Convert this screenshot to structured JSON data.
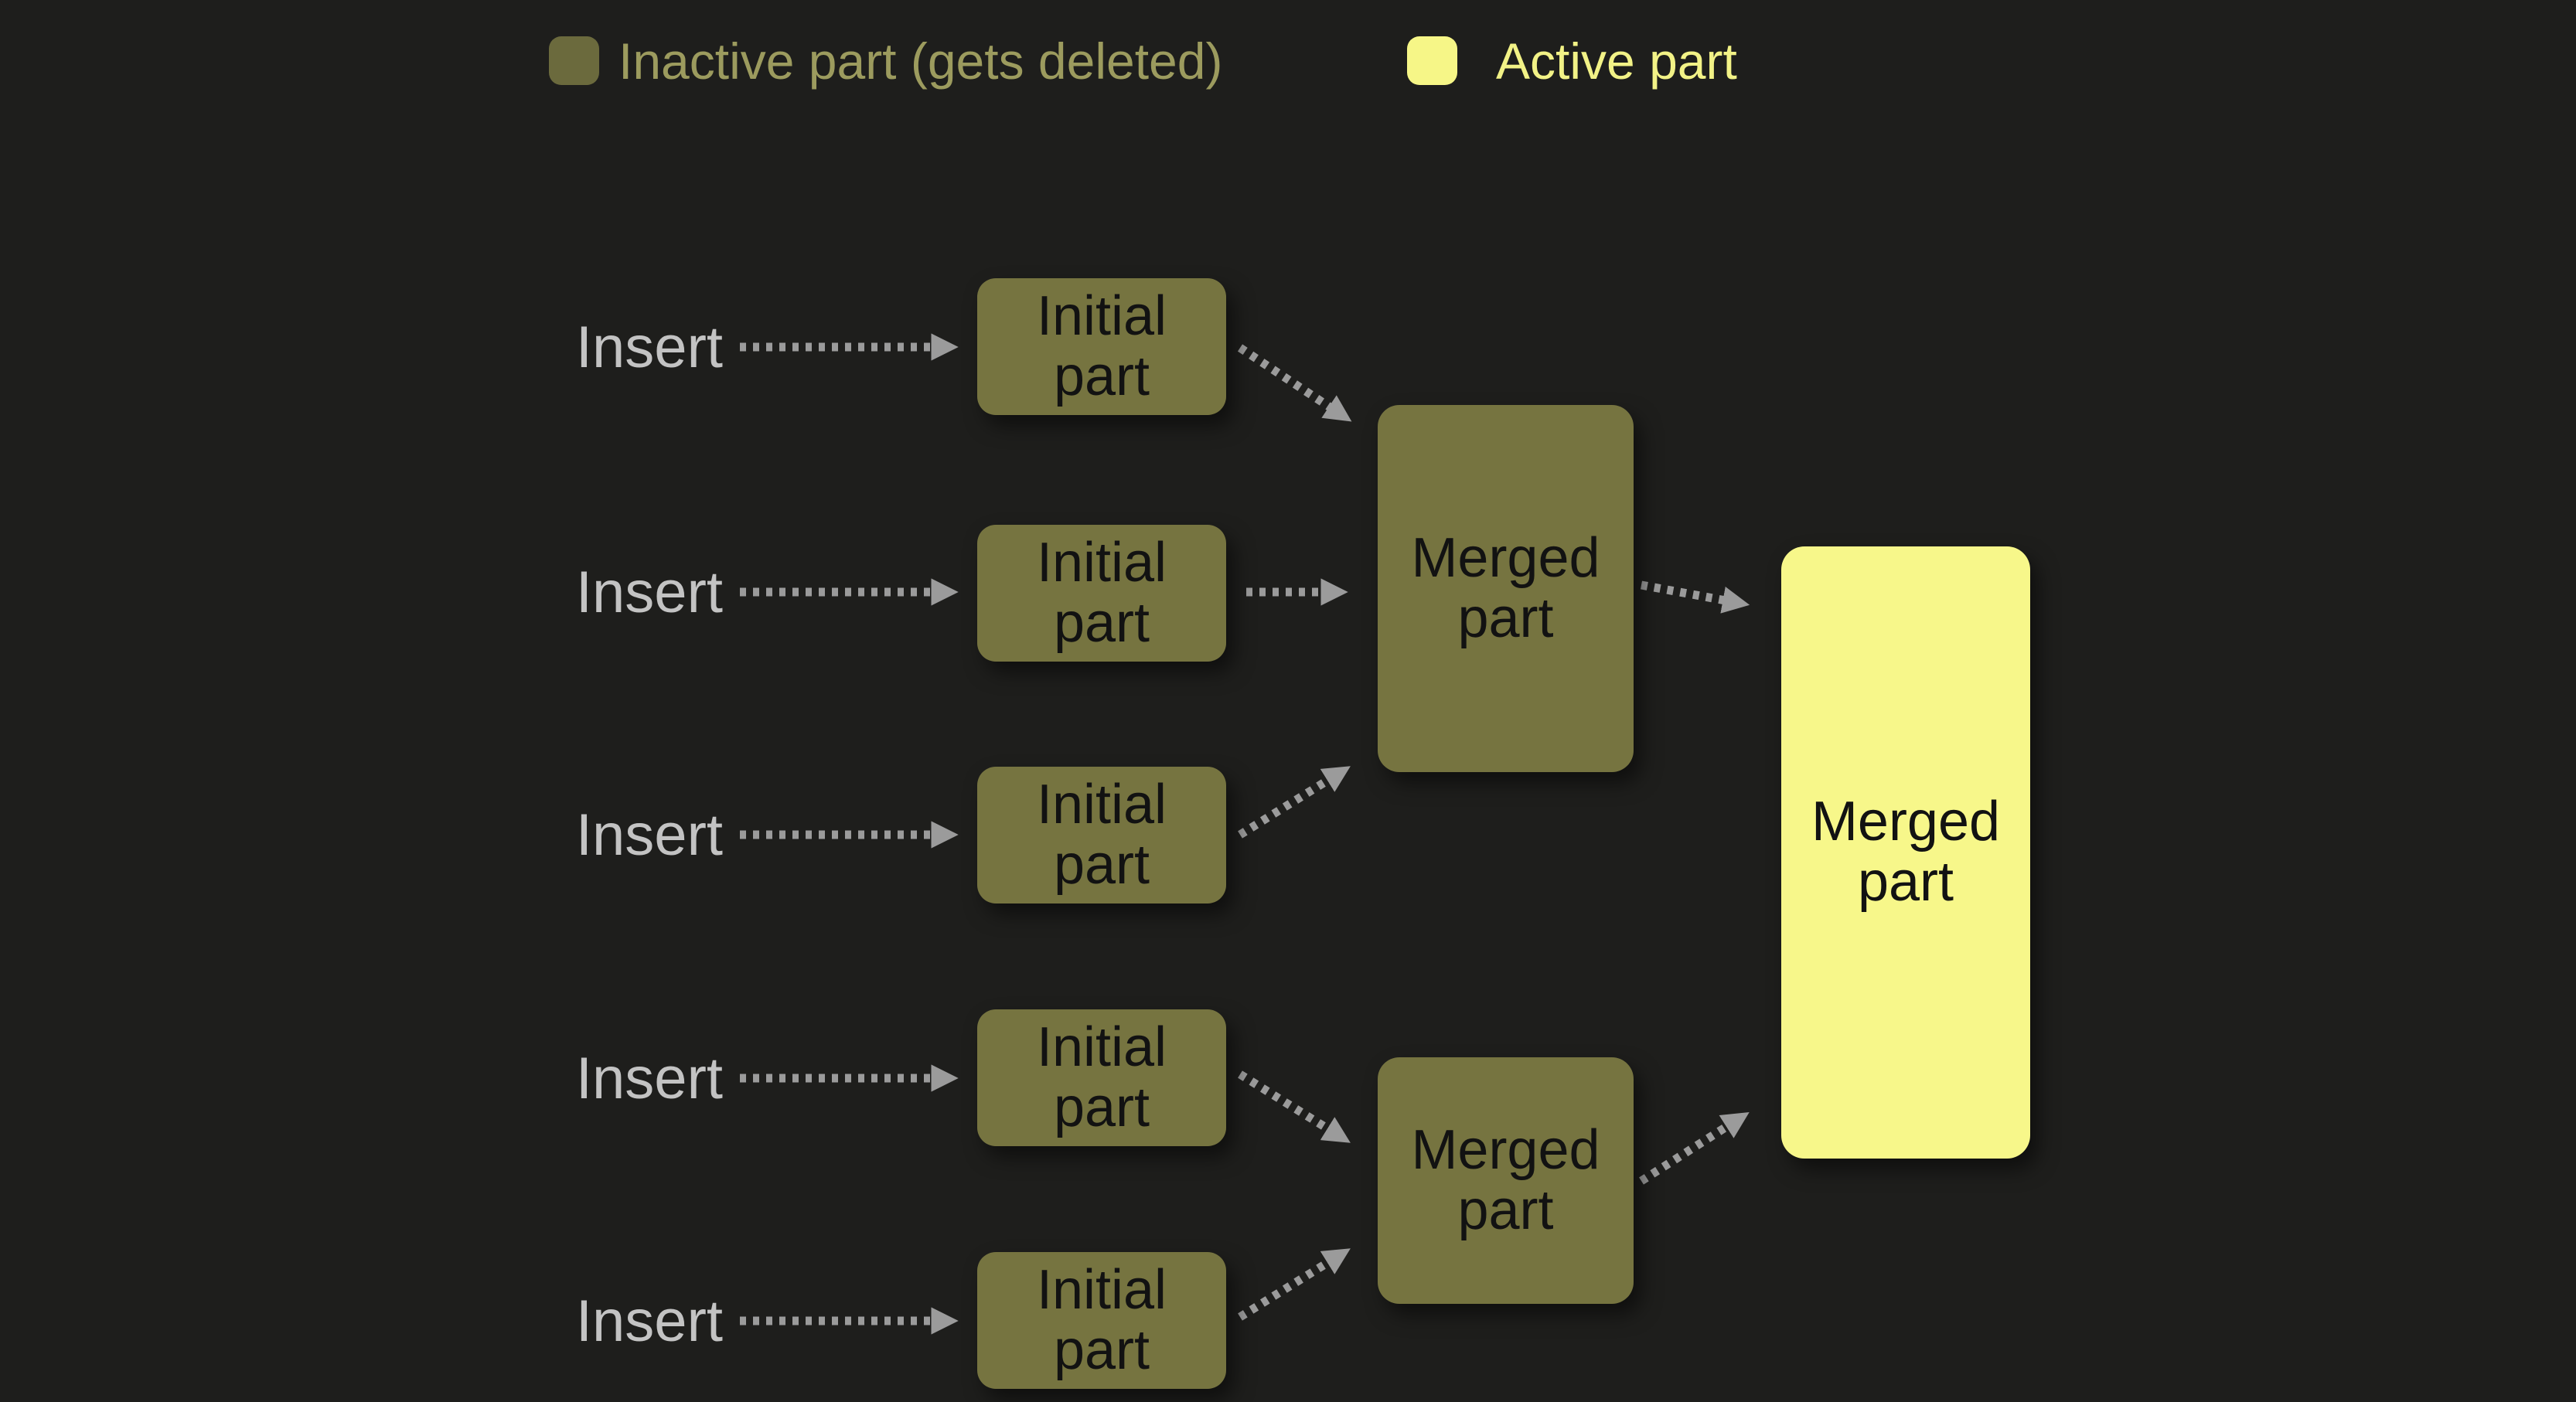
{
  "legend": {
    "inactive_label": "Inactive part (gets deleted)",
    "active_label": "Active part"
  },
  "labels": {
    "insert": "Insert",
    "initial_part": "Initial part",
    "merged_part": "Merged part"
  },
  "colors": {
    "background": "#1e1e1c",
    "inactive_part_fill": "#767440",
    "inactive_legend_chip": "#6b6a3d",
    "inactive_legend_text": "#9c9b5e",
    "active_part_fill": "#f7f78a",
    "active_legend_chip": "#f6f687",
    "active_legend_text": "#f2f286",
    "insert_label_text": "#c3c3c3",
    "node_text": "#121212",
    "arrow": "#9b9b9b"
  }
}
